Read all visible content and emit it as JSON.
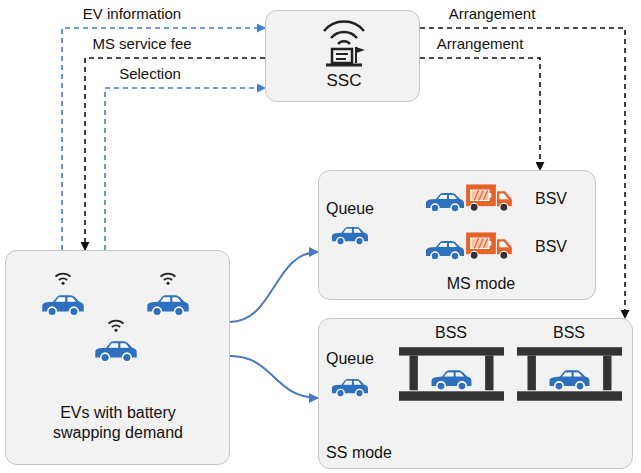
{
  "diagram": {
    "nodes": [
      {
        "text": [
          "SSC"
        ]
      },
      {
        "text": [
          "EVs with battery swapping demand"
        ]
      },
      {
        "text": [
          "Queue",
          "BSV",
          "BSV",
          "MS mode"
        ]
      },
      {
        "text": [
          "Queue",
          "BSS",
          "BSS",
          "SS mode"
        ]
      }
    ],
    "edges": [
      {
        "from": 1,
        "to": 0,
        "label": "EV information",
        "arrow": "to"
      },
      {
        "from": 0,
        "to": 1,
        "label": "MS service fee",
        "arrow": "to"
      },
      {
        "from": 1,
        "to": 0,
        "label": "Selection",
        "arrow": "to"
      },
      {
        "from": 0,
        "to": 3,
        "label": "Arrangement",
        "arrow": "to"
      },
      {
        "from": 0,
        "to": 2,
        "label": "Arrangement",
        "arrow": "to"
      },
      {
        "from": 1,
        "to": 2,
        "arrow": "to"
      },
      {
        "from": 1,
        "to": 3,
        "arrow": "to"
      }
    ]
  }
}
